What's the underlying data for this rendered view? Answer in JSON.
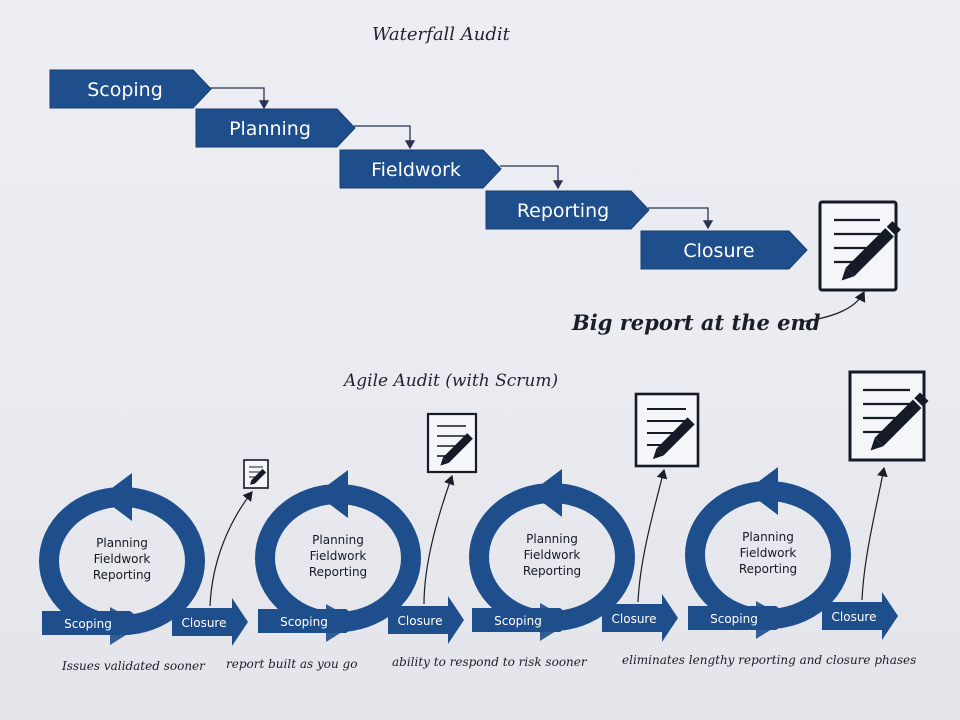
{
  "waterfall": {
    "title": "Waterfall Audit",
    "steps": [
      "Scoping",
      "Planning",
      "Fieldwork",
      "Reporting",
      "Closure"
    ],
    "caption": "Big report at the end"
  },
  "agile": {
    "title": "Agile Audit (with Scrum)",
    "cycle_lines": [
      "Planning",
      "Fieldwork",
      "Reporting"
    ],
    "start_label": "Scoping",
    "end_label": "Closure",
    "notes": [
      "Issues validated sooner",
      "report built as you go",
      "ability to respond to risk sooner",
      "eliminates lengthy reporting and closure phases"
    ]
  },
  "colors": {
    "brand_blue": "#1f4e8c",
    "ink": "#1a1e28"
  },
  "icons": [
    "report-document-icon"
  ]
}
